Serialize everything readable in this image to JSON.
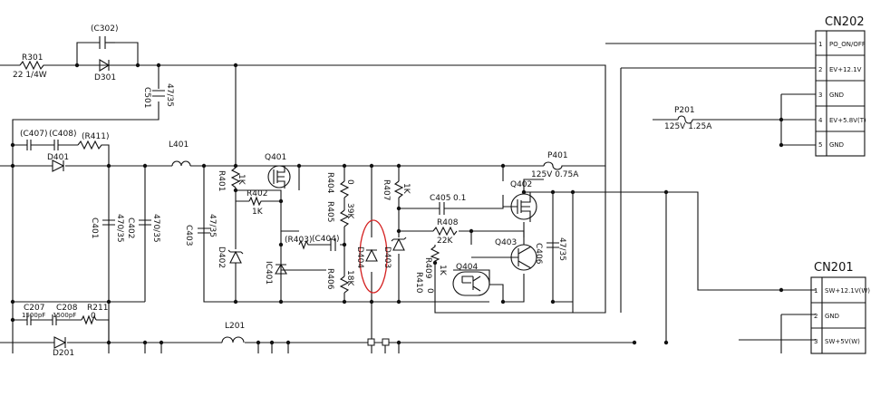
{
  "connectors": {
    "cn202": {
      "title": "CN202",
      "pins": [
        {
          "num": "1",
          "name": "PO_ON/OFF"
        },
        {
          "num": "2",
          "name": "EV+12.1V"
        },
        {
          "num": "3",
          "name": "GND"
        },
        {
          "num": "4",
          "name": "EV+5.8V(T)"
        },
        {
          "num": "5",
          "name": "GND"
        }
      ]
    },
    "cn201": {
      "title": "CN201",
      "pins": [
        {
          "num": "1",
          "name": "SW+12.1V(W)"
        },
        {
          "num": "2",
          "name": "GND"
        },
        {
          "num": "3",
          "name": "SW+5V(W)"
        }
      ]
    }
  },
  "components": {
    "r301": {
      "ref": "R301",
      "value": "22 1/4W"
    },
    "c302": {
      "ref": "(C302)"
    },
    "d301": {
      "ref": "D301"
    },
    "c501": {
      "ref": "C501",
      "value": "47/35"
    },
    "c407": {
      "ref": "(C407)"
    },
    "c408": {
      "ref": "(C408)"
    },
    "r411": {
      "ref": "(R411)"
    },
    "d401": {
      "ref": "D401"
    },
    "l401": {
      "ref": "L401"
    },
    "c401": {
      "ref": "C401",
      "value": "470/35"
    },
    "c402": {
      "ref": "C402",
      "value": "470/35"
    },
    "c403": {
      "ref": "C403",
      "value": "47/35"
    },
    "d402": {
      "ref": "D402"
    },
    "r401": {
      "ref": "R401",
      "value": "1K"
    },
    "q401": {
      "ref": "Q401"
    },
    "r402": {
      "ref": "R402",
      "value": "1K"
    },
    "r403": {
      "ref": "(R403)"
    },
    "c404": {
      "ref": "(C404)"
    },
    "ic401": {
      "ref": "IC401"
    },
    "r404": {
      "ref": "R404",
      "value": "0"
    },
    "r405": {
      "ref": "R405",
      "value": "39K"
    },
    "r406": {
      "ref": "R406",
      "value": "18K"
    },
    "d404": {
      "ref": "D404"
    },
    "d403": {
      "ref": "D403"
    },
    "r407": {
      "ref": "R407",
      "value": "1K"
    },
    "c405": {
      "ref": "C405",
      "value": "0.1"
    },
    "r408": {
      "ref": "R408",
      "value": "22K"
    },
    "r409": {
      "ref": "R409",
      "value": "1K"
    },
    "r410": {
      "ref": "R410",
      "value": "0"
    },
    "q404": {
      "ref": "Q404"
    },
    "q403": {
      "ref": "Q403"
    },
    "q402": {
      "ref": "Q402"
    },
    "c406": {
      "ref": "C406",
      "value": "47/35"
    },
    "p401": {
      "ref": "P401",
      "value": "125V 0.75A"
    },
    "p201": {
      "ref": "P201",
      "value": "125V 1.25A"
    },
    "c207": {
      "ref": "C207",
      "value": "1500pF"
    },
    "c208": {
      "ref": "C208",
      "value": "1500pF"
    },
    "r211": {
      "ref": "R211",
      "value": "0"
    },
    "d201": {
      "ref": "D201"
    },
    "l201": {
      "ref": "L201"
    }
  },
  "annotation": {
    "highlight_color": "#d42020",
    "highlighted": "D404"
  }
}
